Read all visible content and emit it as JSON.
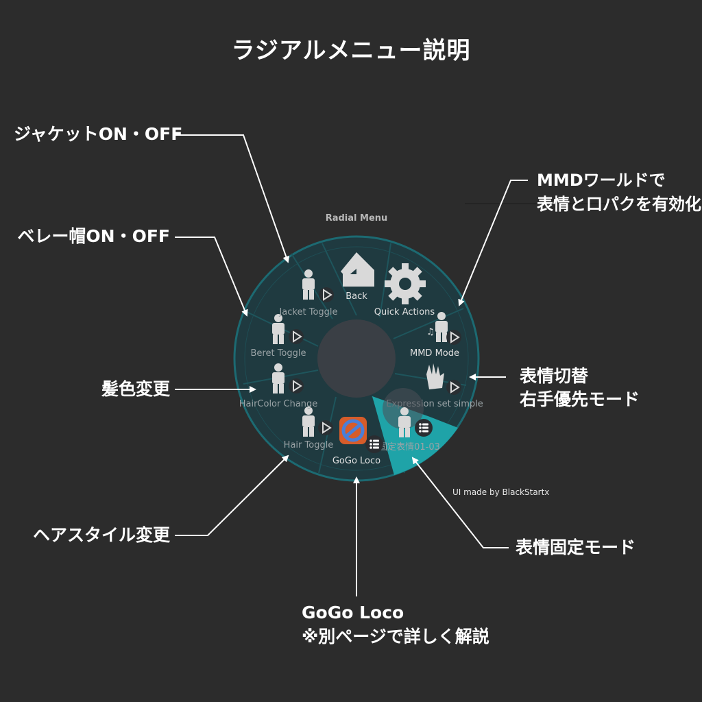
{
  "page_title": "ラジアルメニュー説明",
  "menu_title": "Radial Menu",
  "credit": "UI made by BlackStartx",
  "menu_items": {
    "back": "Back",
    "quick_actions": "Quick Actions",
    "mmd_mode": "MMD Mode",
    "expression_set": "Expression set simple",
    "fixed_expression": "固定表情01-03",
    "gogo_loco": "GoGo Loco",
    "hair_toggle": "Hair Toggle",
    "haircolor_change": "HairColor Change",
    "beret_toggle": "Beret Toggle",
    "jacket_toggle": "Jacket Toggle"
  },
  "annotations": {
    "jacket": "ジャケットON・OFF",
    "beret": "ベレー帽ON・OFF",
    "haircolor": "髪色変更",
    "hairstyle": "ヘアスタイル変更",
    "mmd_line1": "MMDワールドで",
    "mmd_line2": "表情と口パクを有効化",
    "expression_line1": "表情切替",
    "expression_line2": "右手優先モード",
    "fixed": "表情固定モード",
    "gogo_line1": "GoGo Loco",
    "gogo_line2": "※別ページで詳しく解説"
  },
  "colors": {
    "background": "#2c2c2c",
    "menu_fill": "#1f3a40",
    "menu_ring": "#1c6a72",
    "highlight": "#1fa3a8",
    "center": "#3a3f45"
  }
}
